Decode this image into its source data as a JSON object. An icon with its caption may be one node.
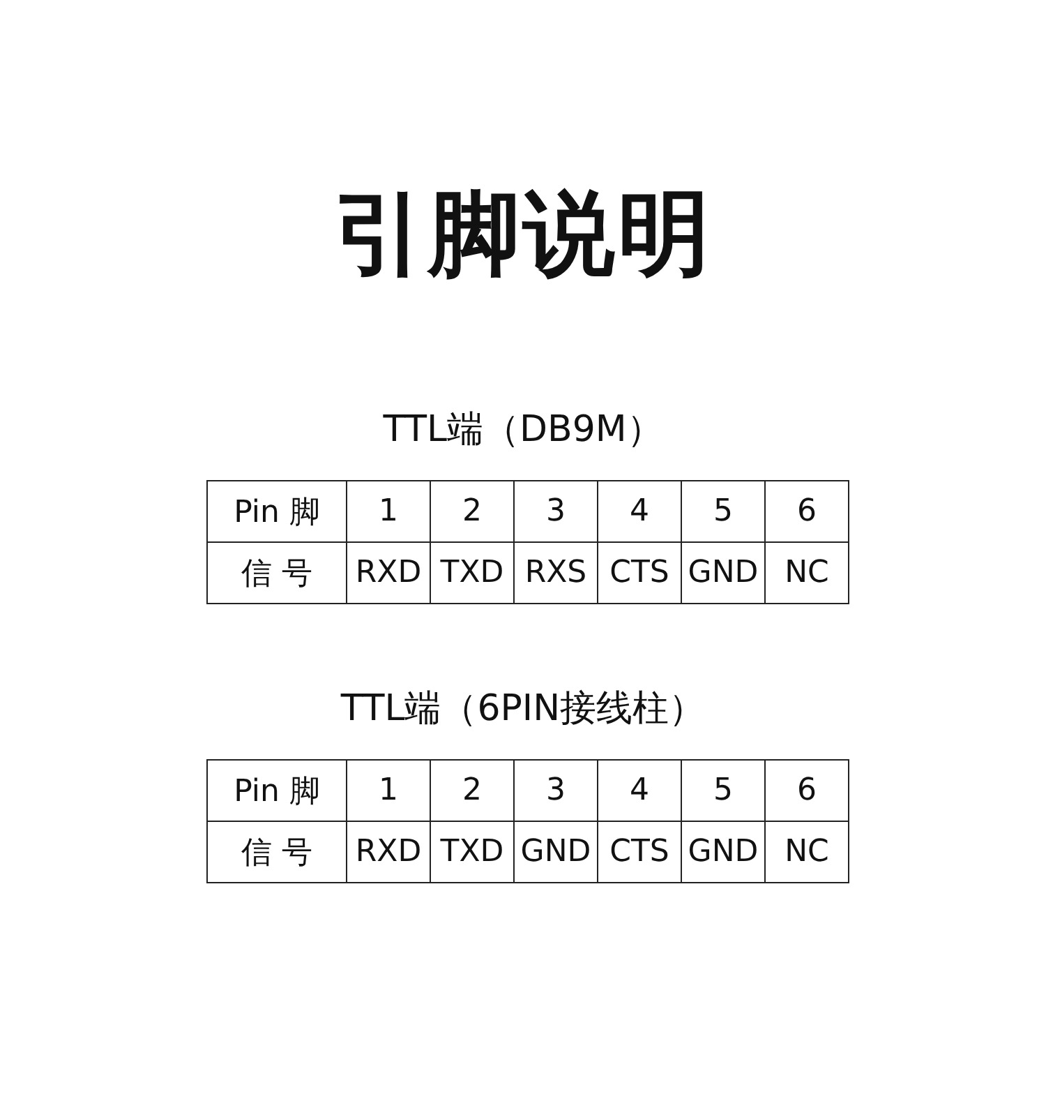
{
  "diagram": {
    "title": "引脚说明",
    "labels": [
      "TTL端（DB9M）",
      "Pin 脚",
      "1",
      "2",
      "3",
      "4",
      "5",
      "6",
      "信 号",
      "RXD",
      "TXD",
      "RXS",
      "CTS",
      "GND",
      "NC",
      "TTL端（6PIN接线柱）",
      "Pin 脚",
      "1",
      "2",
      "3",
      "4",
      "5",
      "6",
      "信 号",
      "RXD",
      "TXD",
      "GND",
      "CTS",
      "GND",
      "NC"
    ]
  }
}
